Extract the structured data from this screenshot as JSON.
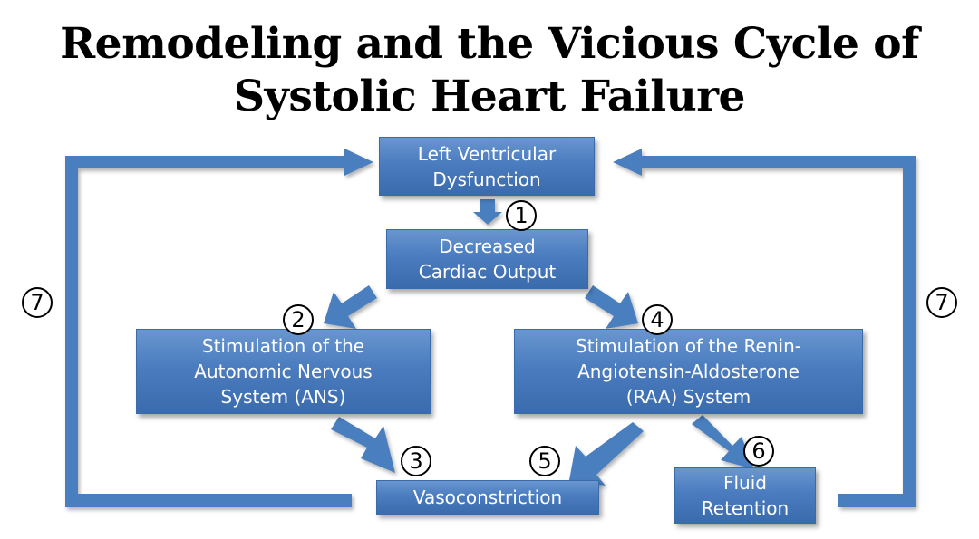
{
  "title": {
    "line1": "Remodeling and the Vicious Cycle of",
    "line2": "Systolic Heart Failure"
  },
  "boxes": {
    "lv_dysfunction": [
      "Left Ventricular",
      "Dysfunction"
    ],
    "cardiac_output": [
      "Decreased",
      "Cardiac Output"
    ],
    "ans": [
      "Stimulation of the",
      "Autonomic Nervous",
      "System (ANS)"
    ],
    "raa": [
      "Stimulation of the Renin-",
      "Angiotensin-Aldosterone",
      "(RAA) System"
    ],
    "vasoconstriction": [
      "Vasoconstriction"
    ],
    "fluid_retention": [
      "Fluid",
      "Retention"
    ]
  },
  "steps": {
    "s1": "1",
    "s2": "2",
    "s3": "3",
    "s4": "4",
    "s5": "5",
    "s6": "6",
    "s7_left": "7",
    "s7_right": "7"
  },
  "colors": {
    "arrow": "#4a7ebf",
    "box": "#4a7cbf"
  }
}
